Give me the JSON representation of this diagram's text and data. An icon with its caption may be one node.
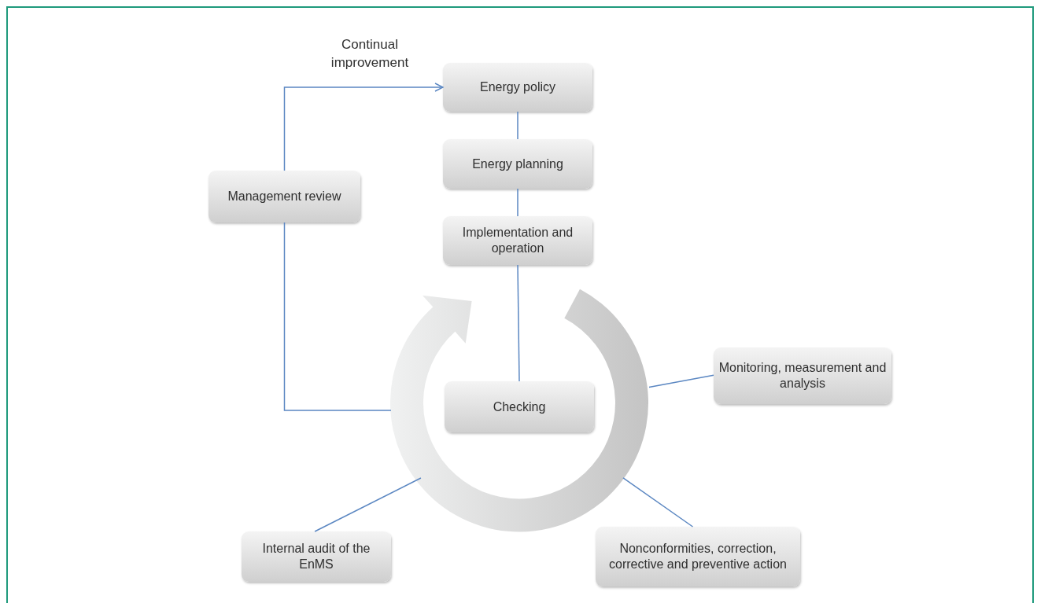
{
  "diagram": {
    "nodes": [
      {
        "text": [
          "Energy policy"
        ]
      },
      {
        "text": [
          "Energy planning"
        ]
      },
      {
        "text": [
          "Implementation and operation"
        ]
      },
      {
        "text": [
          "Management review"
        ]
      },
      {
        "text": [
          "Checking"
        ]
      },
      {
        "text": [
          "Monitoring, measurement and analysis"
        ]
      },
      {
        "text": [
          "Internal audit of the EnMS"
        ]
      },
      {
        "text": [
          "Nonconformities, correction, corrective and preventive action"
        ]
      },
      {
        "text": [],
        "shape": "ring"
      }
    ],
    "edges": [
      {
        "from": 3,
        "to": 0,
        "arrow": "to",
        "label": "Continual improvement"
      },
      {
        "from": 0,
        "to": 1,
        "arrow": "none"
      },
      {
        "from": 1,
        "to": 2,
        "arrow": "none"
      },
      {
        "from": 2,
        "to": 4,
        "arrow": "none"
      },
      {
        "from": 3,
        "to": 8,
        "arrow": "none"
      },
      {
        "from": 5,
        "to": 8,
        "arrow": "none"
      },
      {
        "from": 7,
        "to": 8,
        "arrow": "none"
      },
      {
        "from": 6,
        "to": 8,
        "arrow": "none"
      }
    ]
  }
}
